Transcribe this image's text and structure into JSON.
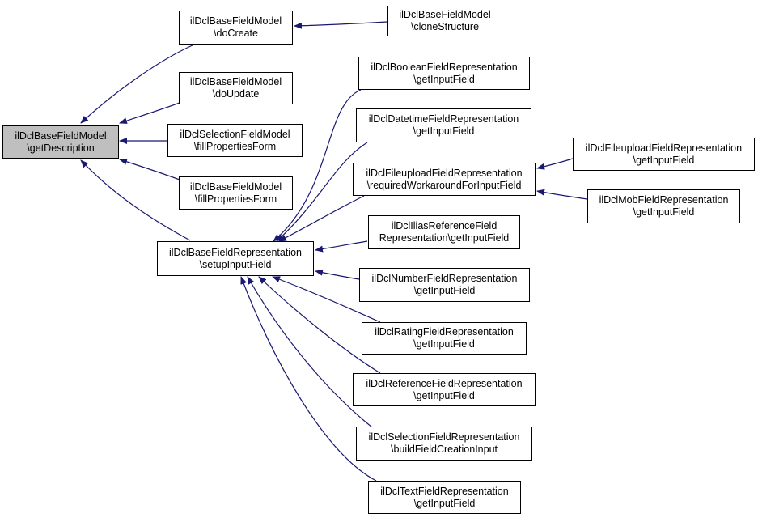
{
  "diagram": {
    "edge_color": "#191970",
    "root_fill": "#bfbfbf",
    "nodes": {
      "getDescription": {
        "line1": "ilDclBaseFieldModel",
        "line2": "\\getDescription"
      },
      "doCreate": {
        "line1": "ilDclBaseFieldModel",
        "line2": "\\doCreate"
      },
      "cloneStructure": {
        "line1": "ilDclBaseFieldModel",
        "line2": "\\cloneStructure"
      },
      "doUpdate": {
        "line1": "ilDclBaseFieldModel",
        "line2": "\\doUpdate"
      },
      "selectionFillProps": {
        "line1": "ilDclSelectionFieldModel",
        "line2": "\\fillPropertiesForm"
      },
      "baseFillProps": {
        "line1": "ilDclBaseFieldModel",
        "line2": "\\fillPropertiesForm"
      },
      "setupInputField": {
        "line1": "ilDclBaseFieldRepresentation",
        "line2": "\\setupInputField"
      },
      "boolean": {
        "line1": "ilDclBooleanFieldRepresentation",
        "line2": "\\getInputField"
      },
      "datetime": {
        "line1": "ilDclDatetimeFieldRepresentation",
        "line2": "\\getInputField"
      },
      "fileuploadReq": {
        "line1": "ilDclFileuploadFieldRepresentation",
        "line2": "\\requiredWorkaroundForInputField"
      },
      "fileuploadGet": {
        "line1": "ilDclFileuploadFieldRepresentation",
        "line2": "\\getInputField"
      },
      "mob": {
        "line1": "ilDclMobFieldRepresentation",
        "line2": "\\getInputField"
      },
      "iliasRef": {
        "line1": "ilDclIliasReferenceField",
        "line2": "Representation\\getInputField"
      },
      "number": {
        "line1": "ilDclNumberFieldRepresentation",
        "line2": "\\getInputField"
      },
      "rating": {
        "line1": "ilDclRatingFieldRepresentation",
        "line2": "\\getInputField"
      },
      "reference": {
        "line1": "ilDclReferenceFieldRepresentation",
        "line2": "\\getInputField"
      },
      "selectionBuild": {
        "line1": "ilDclSelectionFieldRepresentation",
        "line2": "\\buildFieldCreationInput"
      },
      "text": {
        "line1": "ilDclTextFieldRepresentation",
        "line2": "\\getInputField"
      }
    }
  }
}
